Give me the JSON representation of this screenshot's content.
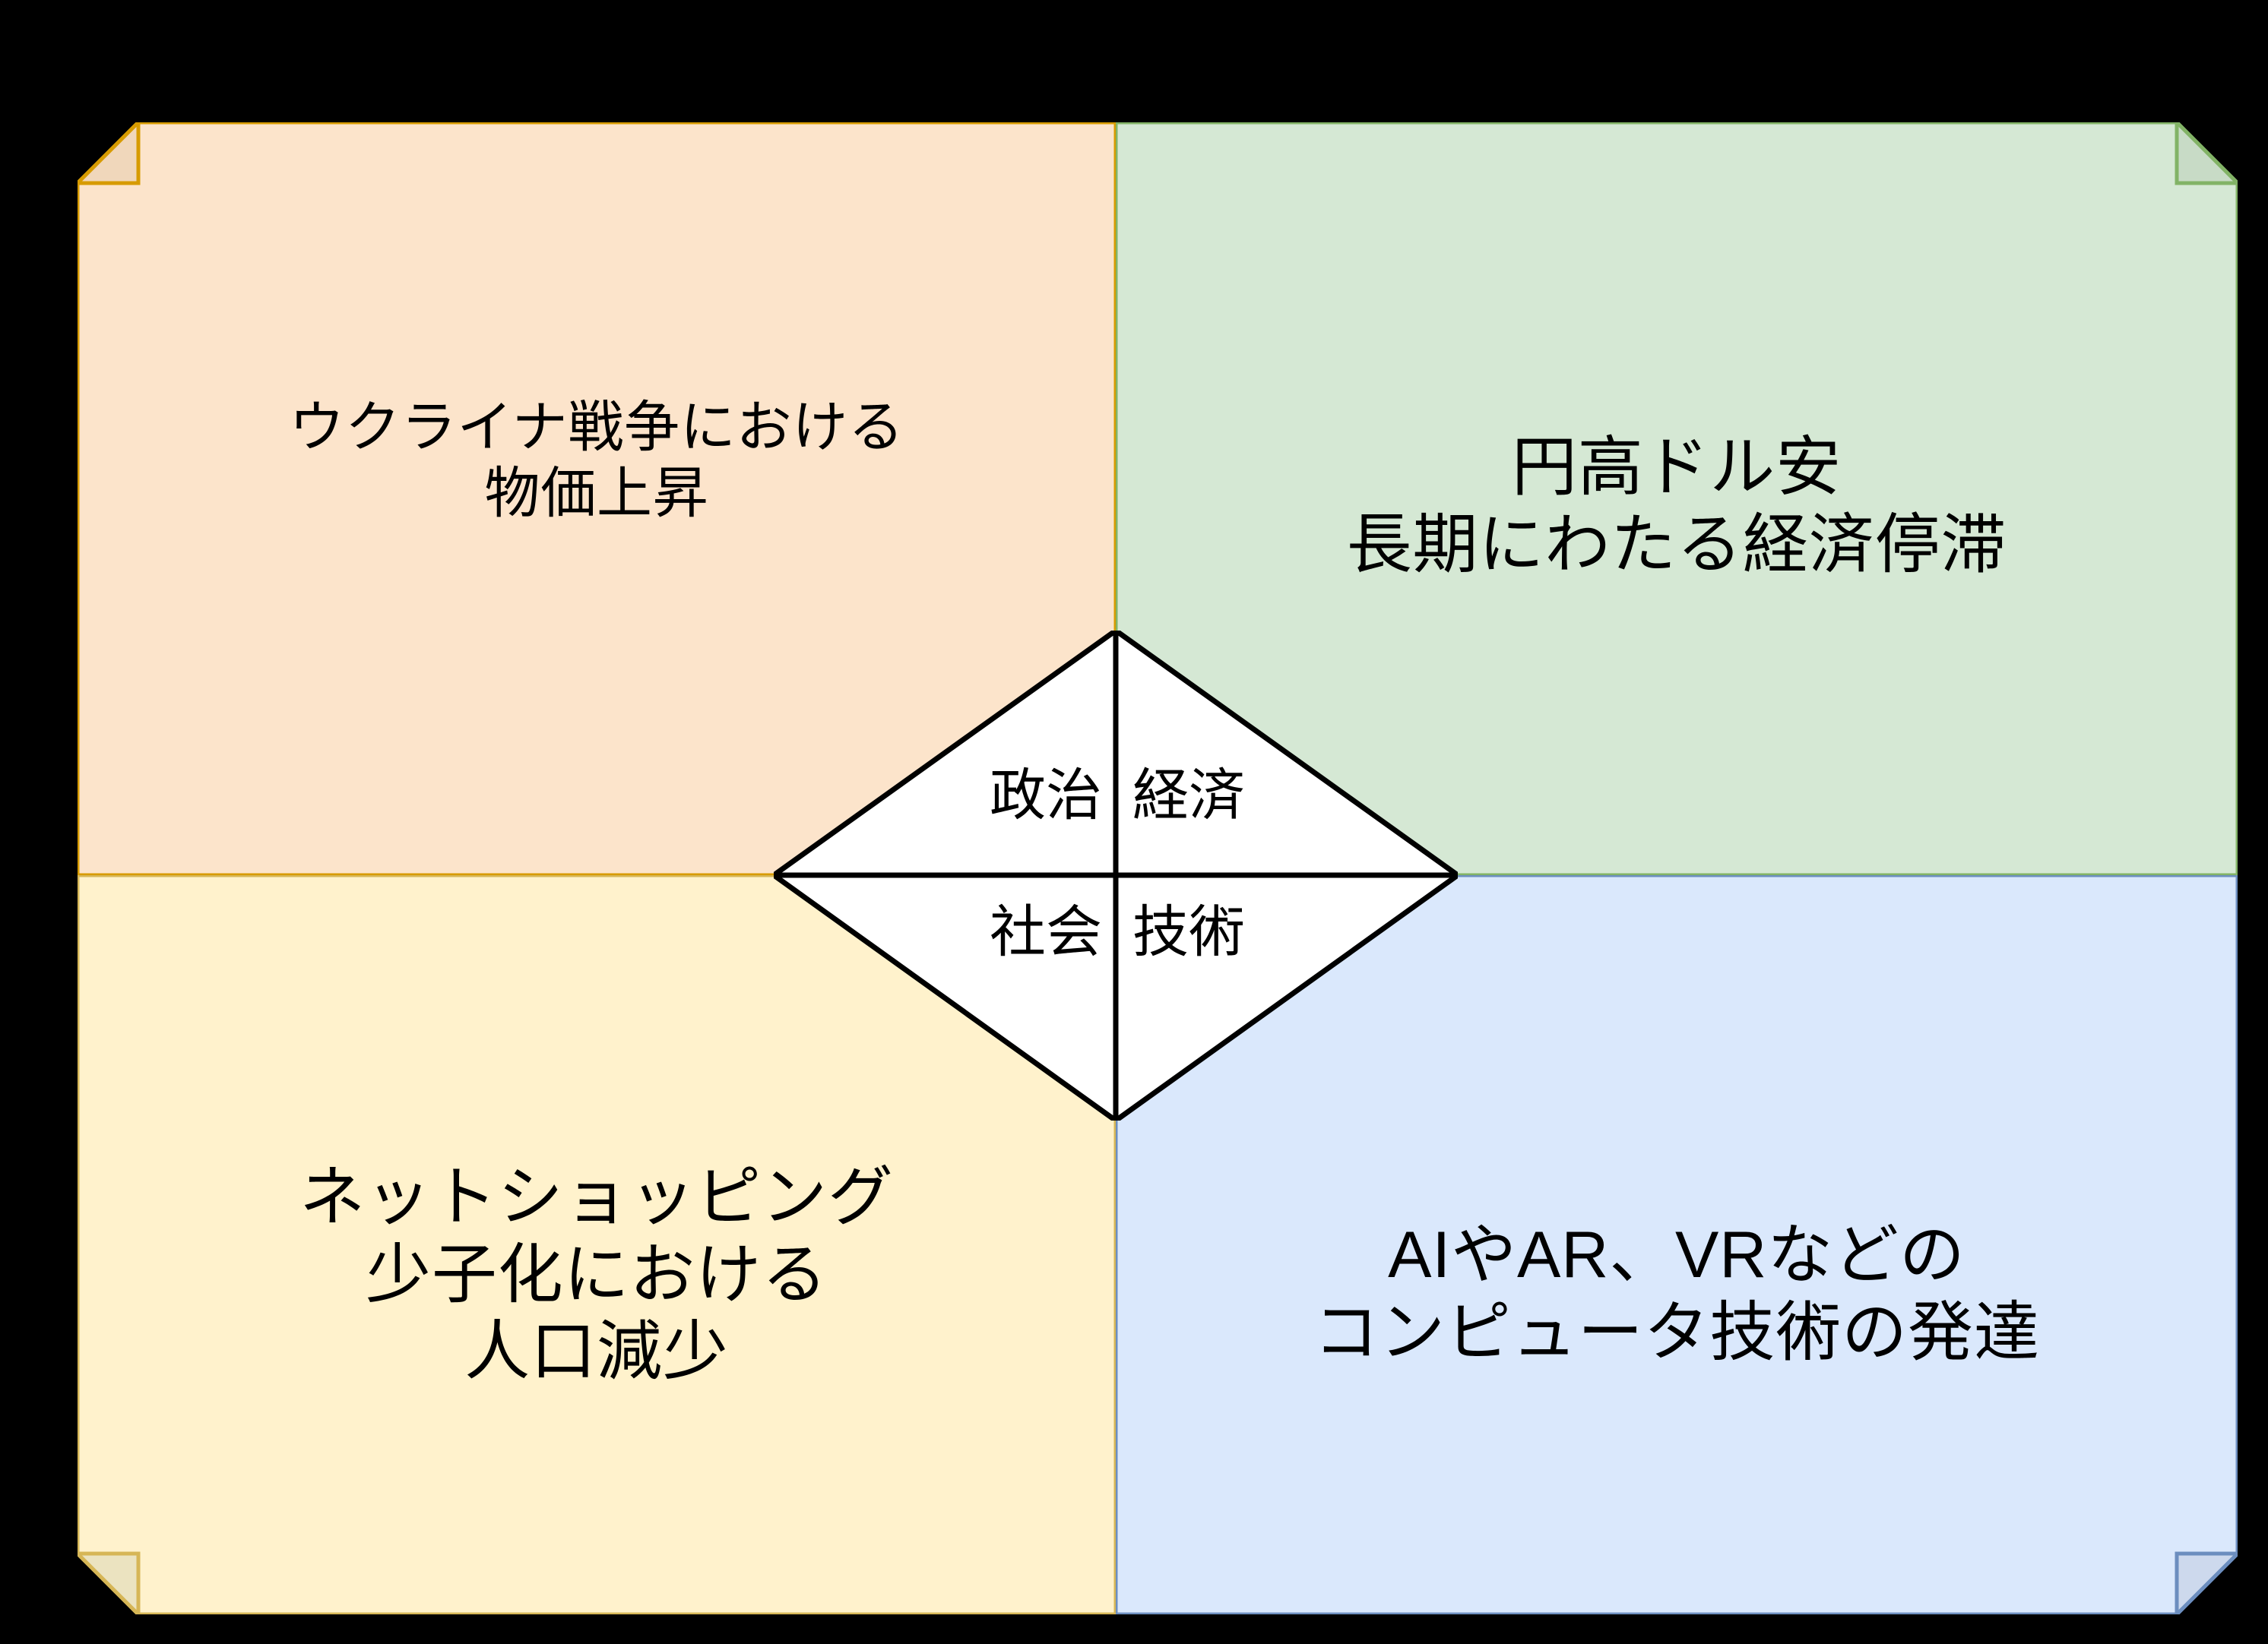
{
  "diagram": {
    "type": "PEST analysis diagram",
    "background_color": "#000000"
  },
  "center": {
    "shape": "diamond",
    "fill": "#ffffff",
    "stroke": "#000000",
    "quadrant_labels": {
      "top_left": "政治",
      "top_right": "経済",
      "bottom_left": "社会",
      "bottom_right": "技術"
    }
  },
  "quadrants": [
    {
      "id": "political",
      "position": "top-left",
      "category": "政治",
      "text": "ウクライナ戦争における\n物価上昇",
      "fill": "#fce4cb",
      "fold_fill": "#f0d7bb",
      "border": "#d79b00"
    },
    {
      "id": "economic",
      "position": "top-right",
      "category": "経済",
      "text": "円高ドル安\n長期にわたる経済停滞",
      "fill": "#d5e8d4",
      "fold_fill": "#c8dbc6",
      "border": "#82b366"
    },
    {
      "id": "social",
      "position": "bottom-left",
      "category": "社会",
      "text": "ネットショッピング\n少子化における\n人口減少",
      "fill": "#fff2cc",
      "fold_fill": "#ebe3c0",
      "border": "#d6b656"
    },
    {
      "id": "technological",
      "position": "bottom-right",
      "category": "技術",
      "text": "AIやAR、VRなどの\nコンピュータ技術の発達",
      "fill": "#dae8fc",
      "fold_fill": "#cdd9ed",
      "border": "#6c8ebf"
    }
  ]
}
